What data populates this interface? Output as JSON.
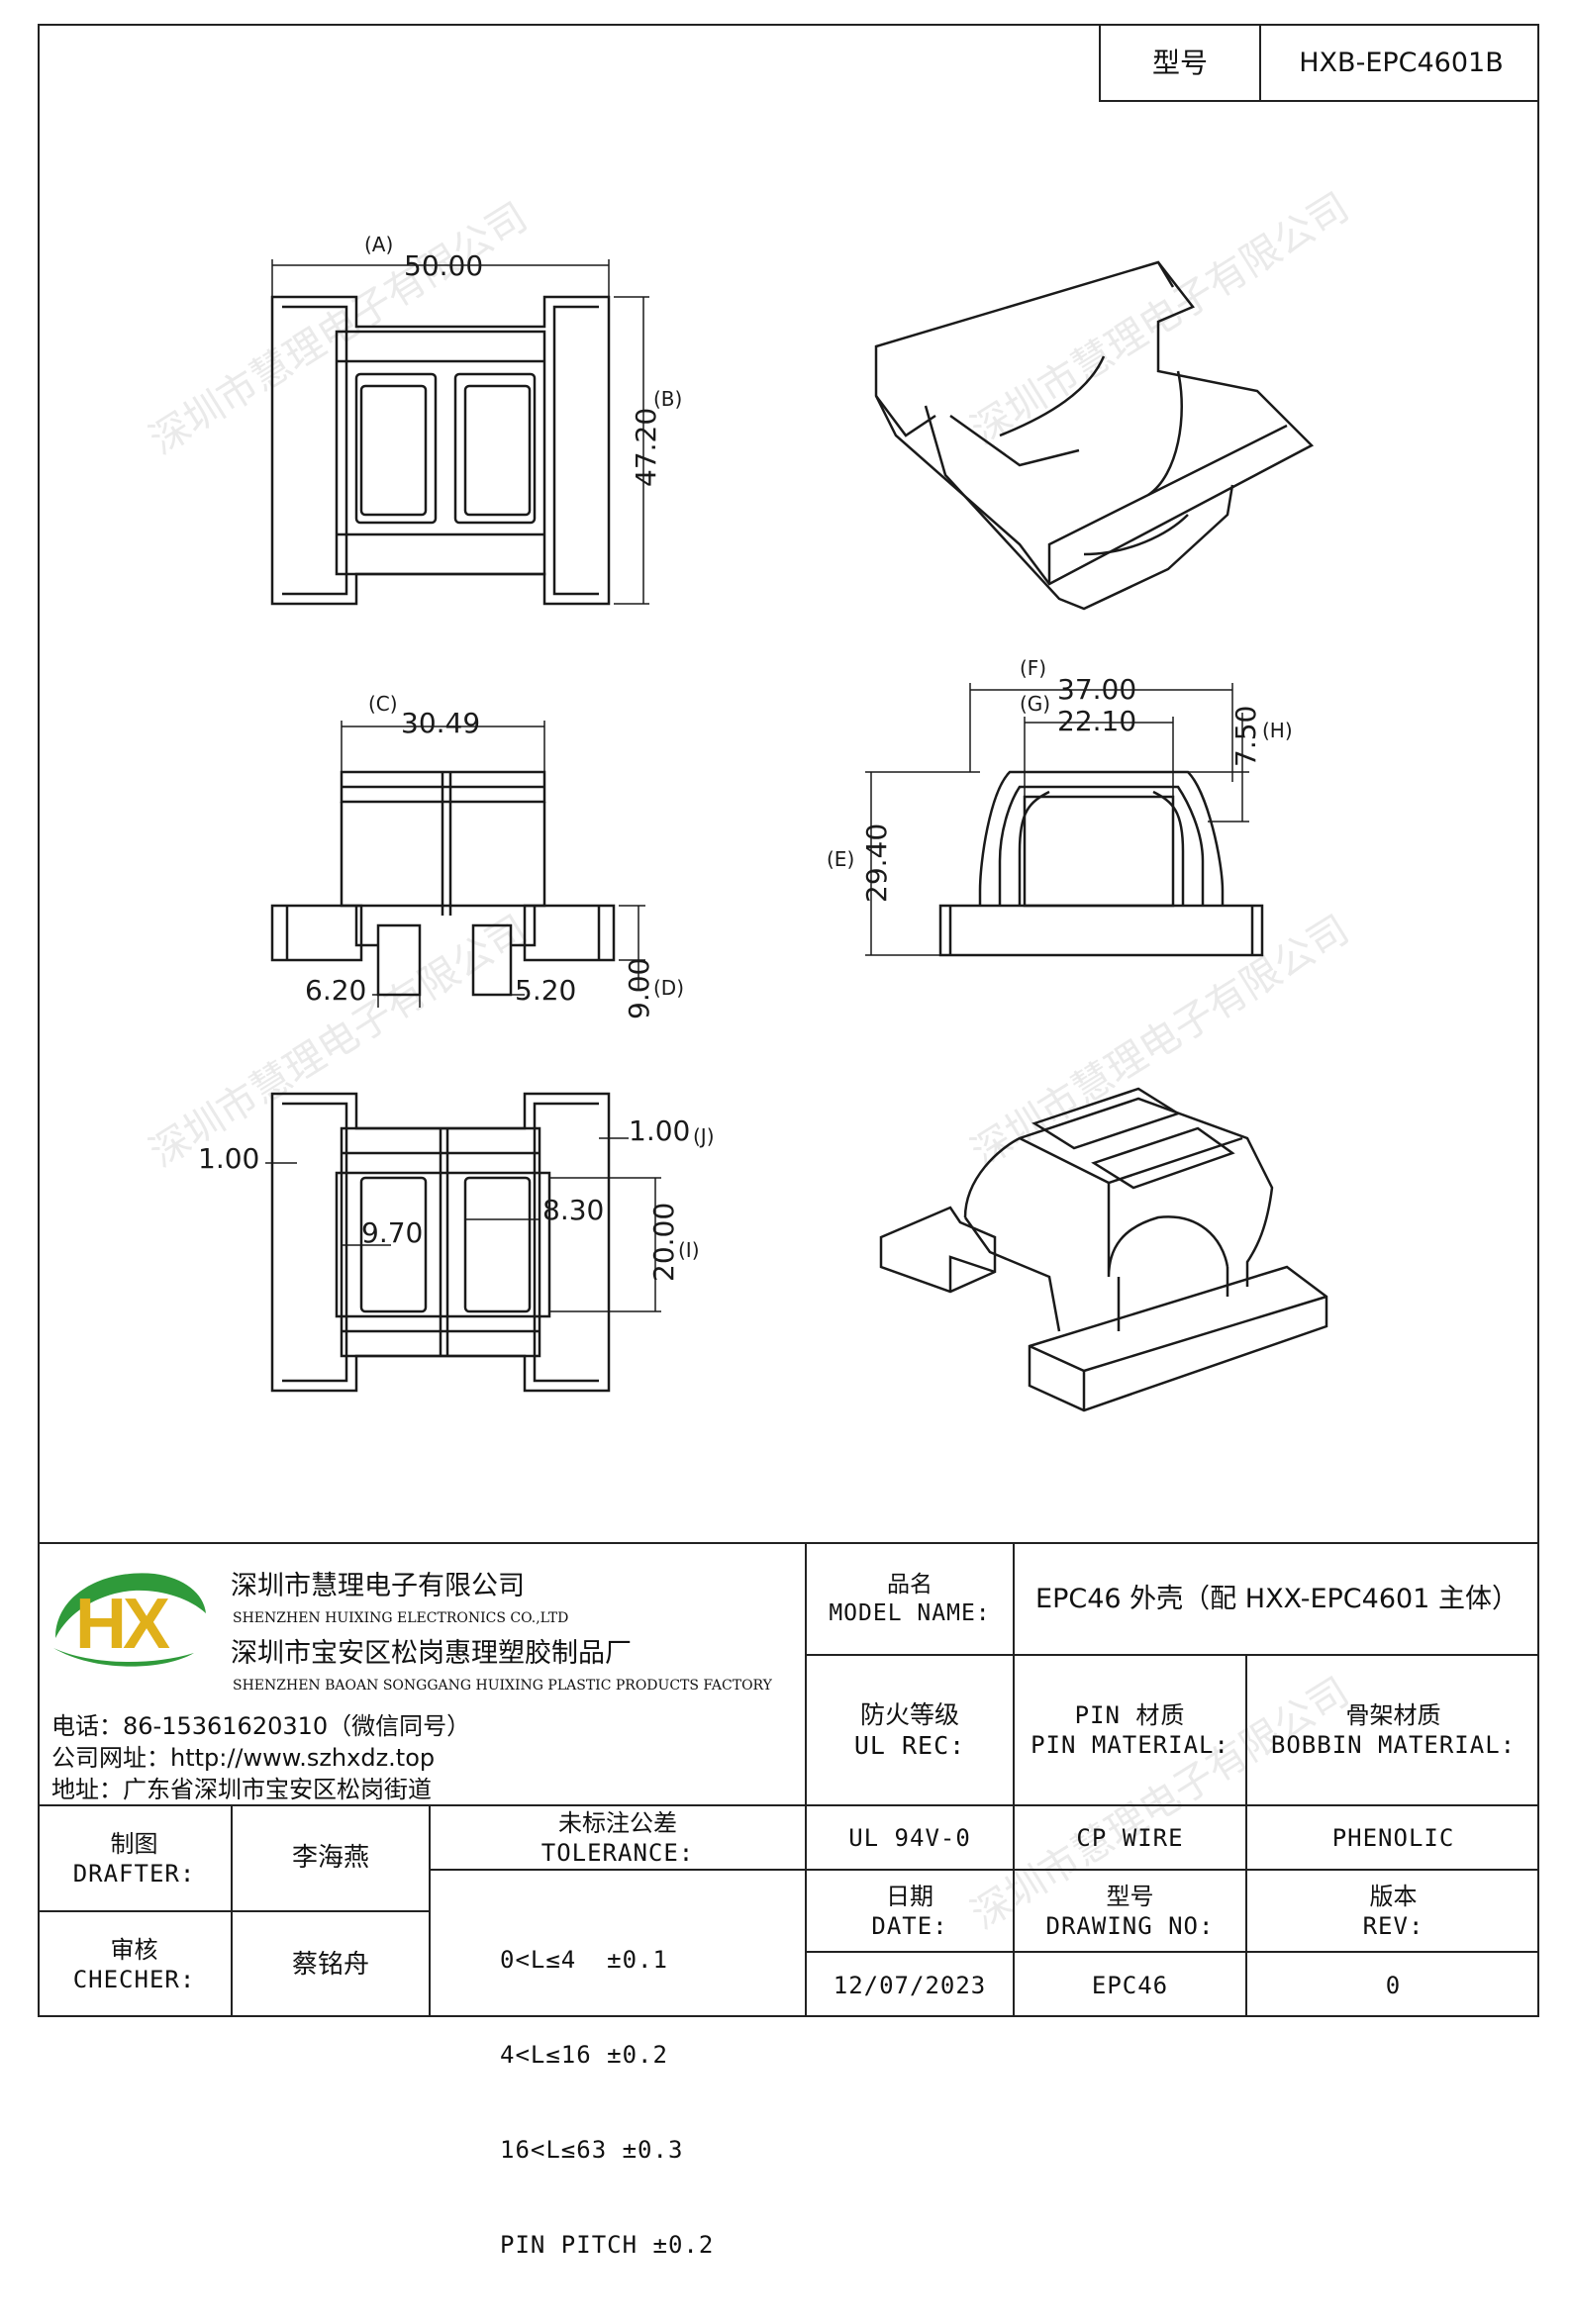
{
  "model_box": {
    "label": "型号",
    "value": "HXB-EPC4601B"
  },
  "watermark": "深圳市慧理电子有限公司",
  "dims": {
    "A": "(A)",
    "A_val": "50.00",
    "B": "(B)",
    "B_val": "47.20",
    "C": "(C)",
    "C_val": "30.49",
    "D": "(D)",
    "D_val": "9.00",
    "left_w": "6.20",
    "right_w": "5.20",
    "E": "(E)",
    "E_val": "29.40",
    "F": "(F)",
    "F_val": "37.00",
    "G": "(G)",
    "G_val": "22.10",
    "H": "(H)",
    "H_val": "7.50",
    "I": "(I)",
    "I_val": "20.00",
    "J": "(J)",
    "J_val": "1.00",
    "left_wall": "1.00",
    "win_left": "9.70",
    "win_right": "8.30"
  },
  "company": {
    "logo_letters": "HX",
    "name_cn": "深圳市慧理电子有限公司",
    "name_en": "SHENZHEN HUIXING ELECTRONICS CO.,LTD",
    "factory_cn": "深圳市宝安区松岗惠理塑胶制品厂",
    "factory_en": "SHENZHEN BAOAN SONGGANG HUIXING PLASTIC PRODUCTS FACTORY",
    "phone": "电话：86-15361620310（微信同号）",
    "website": "公司网址：http://www.szhxdz.top",
    "address": "地址：广东省深圳市宝安区松岗街道"
  },
  "title_block": {
    "model_name_cn": "品名",
    "model_name_en": "MODEL NAME:",
    "model_name_value": "EPC46 外壳（配 HXX-EPC4601 主体）",
    "ul_cn": "防火等级",
    "ul_en": "UL REC:",
    "pin_cn": "PIN 材质",
    "pin_en": "PIN MATERIAL:",
    "bobbin_cn": "骨架材质",
    "bobbin_en": "BOBBIN MATERIAL:",
    "ul_value": "UL 94V-0",
    "pin_value": "CP WIRE",
    "bobbin_value": "PHENOLIC",
    "drafter_cn": "制图",
    "drafter_en": "DRAFTER:",
    "drafter_name": "李海燕",
    "checker_cn": "审核",
    "checker_en": "CHECHER:",
    "checker_name": "蔡铭舟",
    "tol_cn": "未标注公差",
    "tol_en": "TOLERANCE:",
    "tol_lines": [
      "0<L≤4  ±0.1",
      "4<L≤16 ±0.2",
      "16<L≤63 ±0.3",
      "PIN PITCH ±0.2"
    ],
    "date_cn": "日期",
    "date_en": "DATE:",
    "dwg_cn": "型号",
    "dwg_en": "DRAWING NO:",
    "rev_cn": "版本",
    "rev_en": "REV:",
    "date_value": "12/07/2023",
    "dwg_value": "EPC46",
    "rev_value": "0"
  }
}
